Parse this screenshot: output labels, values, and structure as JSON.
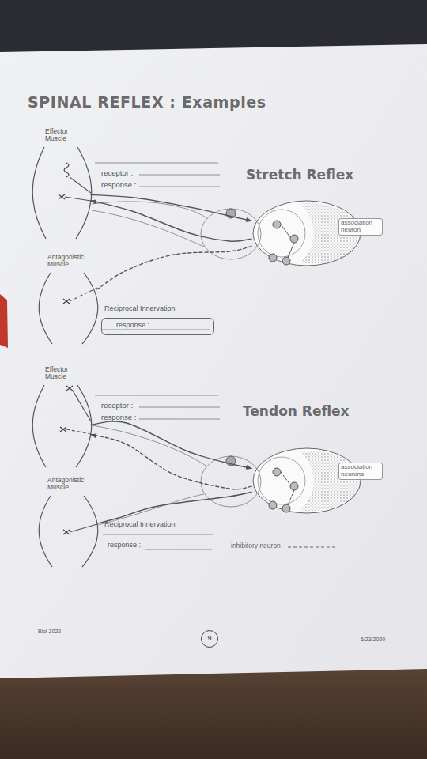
{
  "diagram": {
    "title": "SPINAL REFLEX : Examples",
    "nodes": [
      {
        "text": [
          "Effector Muscle"
        ]
      },
      {
        "text": [
          "association neuron"
        ]
      },
      {
        "text": [
          "Antagonistic Muscle"
        ]
      },
      {
        "text": [
          "response :"
        ]
      },
      {
        "text": [
          "Effector Muscle"
        ]
      },
      {
        "text": [
          "association neurons"
        ]
      },
      {
        "text": [
          "Antagonistic Muscle"
        ]
      },
      {
        "text": [
          "9"
        ]
      }
    ],
    "edges": [
      {
        "from": 0,
        "to": 1,
        "arrow": "to"
      },
      {
        "from": 1,
        "to": 0,
        "arrow": "to"
      },
      {
        "from": 1,
        "to": 2,
        "arrow": "none"
      },
      {
        "from": 4,
        "to": 5,
        "arrow": "to"
      },
      {
        "from": 5,
        "to": 4,
        "arrow": "to"
      },
      {
        "from": 5,
        "to": 6,
        "arrow": "none"
      }
    ],
    "labels": [
      "receptor :",
      "response :",
      "Stretch Reflex",
      "Reciprocal Innervation",
      "receptor :",
      "response :",
      "Tendon Reflex",
      "Reciprocal Innervation",
      "response :",
      "Biol 2022",
      "6/23/2020"
    ],
    "legend": [
      {
        "text": "inhibitory neuron"
      }
    ]
  }
}
